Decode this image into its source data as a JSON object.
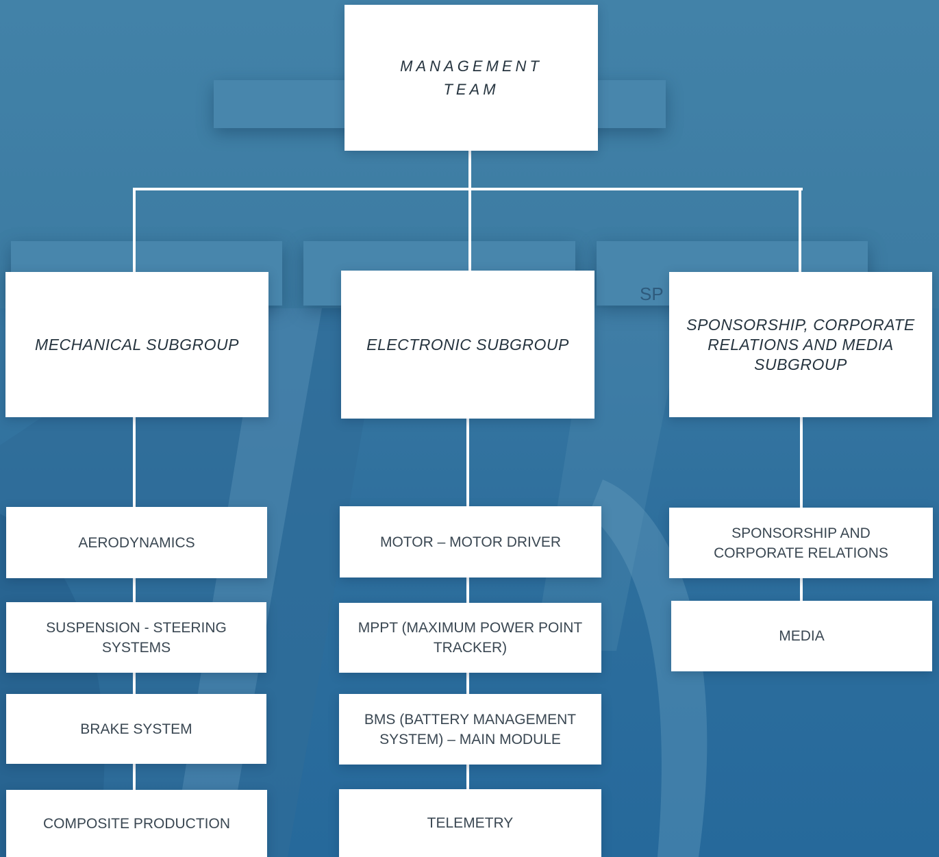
{
  "management": {
    "label": "MANAGEMENT\nTEAM"
  },
  "ghost_text": "SP",
  "groups": [
    {
      "title": "MECHANICAL SUBGROUP",
      "items": [
        "AERODYNAMICS",
        "SUSPENSION - STEERING SYSTEMS",
        "BRAKE SYSTEM",
        "COMPOSITE PRODUCTION"
      ]
    },
    {
      "title": "ELECTRONIC SUBGROUP",
      "items": [
        "MOTOR – MOTOR DRIVER",
        "MPPT (MAXIMUM POWER POINT TRACKER)",
        "BMS (BATTERY MANAGEMENT SYSTEM) – MAIN MODULE",
        "TELEMETRY"
      ]
    },
    {
      "title": "SPONSORSHIP, CORPORATE RELATIONS AND MEDIA SUBGROUP",
      "items": [
        "SPONSORSHIP AND CORPORATE RELATIONS",
        "MEDIA"
      ]
    }
  ],
  "colors": {
    "background": "#3a7aa3",
    "box": "#ffffff",
    "text": "#2b3a47"
  }
}
